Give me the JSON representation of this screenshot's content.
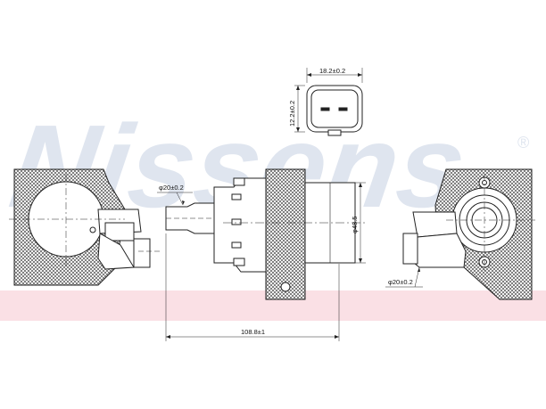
{
  "watermark": {
    "brand": "Nissens",
    "registered_mark": "®",
    "color": "#dfe5ef"
  },
  "stripe_color": "#f6c7cf",
  "dimensions": {
    "connector_width": "18.2±0.2",
    "connector_height": "12.2±0.2",
    "inlet_diameter_front": "φ20±0.2",
    "body_diameter": "φ48.5",
    "outlet_diameter_side": "φ20±0.2",
    "overall_length": "108.8±1"
  }
}
